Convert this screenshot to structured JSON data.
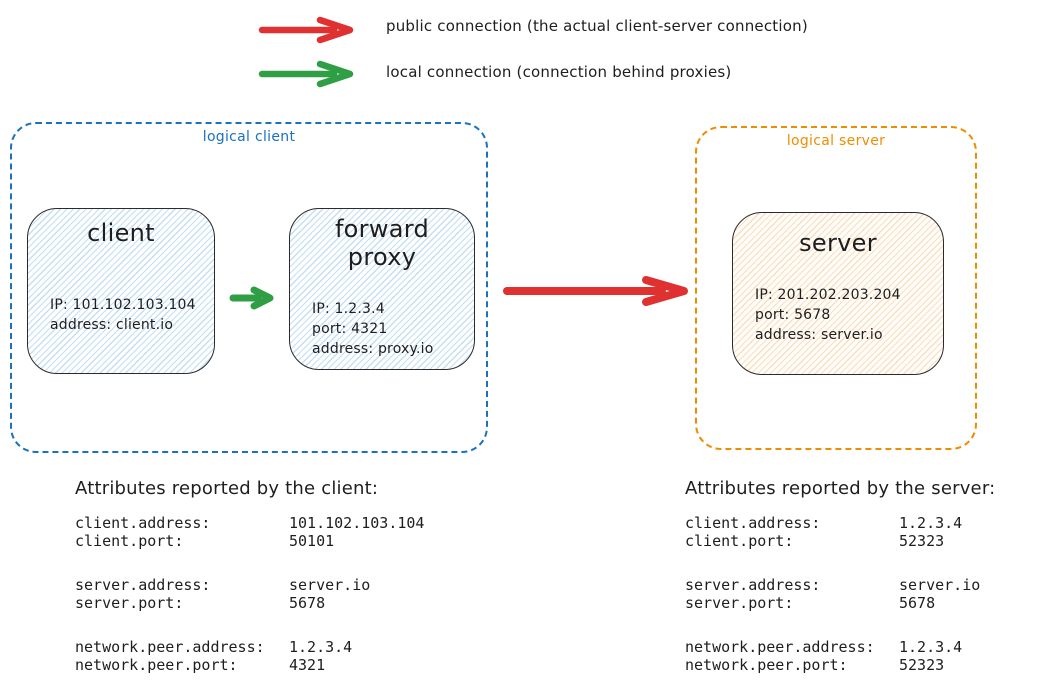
{
  "colors": {
    "red": "#e03131",
    "green": "#2f9e44",
    "blue": "#1971c2",
    "orange": "#f08c00",
    "ink": "#1e1e1e"
  },
  "legend": {
    "public": {
      "label": "public connection (the actual client-server connection)"
    },
    "local": {
      "label": "local connection (connection behind proxies)"
    }
  },
  "diagram": {
    "logical_client": {
      "label": "logical client",
      "client_node": {
        "title": "client",
        "lines": [
          "IP: 101.102.103.104",
          "address: client.io"
        ]
      },
      "proxy_node": {
        "title": "forward proxy",
        "lines": [
          "IP: 1.2.3.4",
          "port: 4321",
          "address: proxy.io"
        ]
      }
    },
    "logical_server": {
      "label": "logical server",
      "server_node": {
        "title": "server",
        "lines": [
          "IP: 201.202.203.204",
          "port: 5678",
          "address: server.io"
        ]
      }
    }
  },
  "attributes": {
    "client": {
      "title": "Attributes reported by the client:",
      "groups": [
        [
          {
            "key": "client.address:",
            "value": "101.102.103.104"
          },
          {
            "key": "client.port:",
            "value": "50101"
          }
        ],
        [
          {
            "key": "server.address:",
            "value": "server.io"
          },
          {
            "key": "server.port:",
            "value": "5678"
          }
        ],
        [
          {
            "key": "network.peer.address:",
            "value": "1.2.3.4"
          },
          {
            "key": "network.peer.port:",
            "value": "4321"
          }
        ]
      ]
    },
    "server": {
      "title": "Attributes reported by the server:",
      "groups": [
        [
          {
            "key": "client.address:",
            "value": "1.2.3.4"
          },
          {
            "key": "client.port:",
            "value": "52323"
          }
        ],
        [
          {
            "key": "server.address:",
            "value": "server.io"
          },
          {
            "key": "server.port:",
            "value": "5678"
          }
        ],
        [
          {
            "key": "network.peer.address:",
            "value": "1.2.3.4"
          },
          {
            "key": "network.peer.port:",
            "value": "52323"
          }
        ]
      ]
    }
  }
}
